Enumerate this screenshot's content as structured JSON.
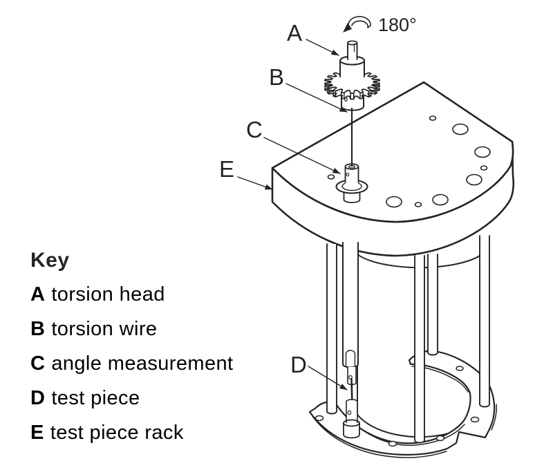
{
  "diagram": {
    "rotation_angle": "180°"
  },
  "labels": {
    "a": "A",
    "b": "B",
    "c": "C",
    "d": "D",
    "e": "E"
  },
  "key": {
    "title": "Key",
    "rows": [
      {
        "letter": "A",
        "text": "torsion head"
      },
      {
        "letter": "B",
        "text": "torsion wire"
      },
      {
        "letter": "C",
        "text": "angle measurement"
      },
      {
        "letter": "D",
        "text": "test piece"
      },
      {
        "letter": "E",
        "text": "test piece rack"
      }
    ]
  },
  "colors": {
    "line": "#232323",
    "background": "#ffffff"
  }
}
